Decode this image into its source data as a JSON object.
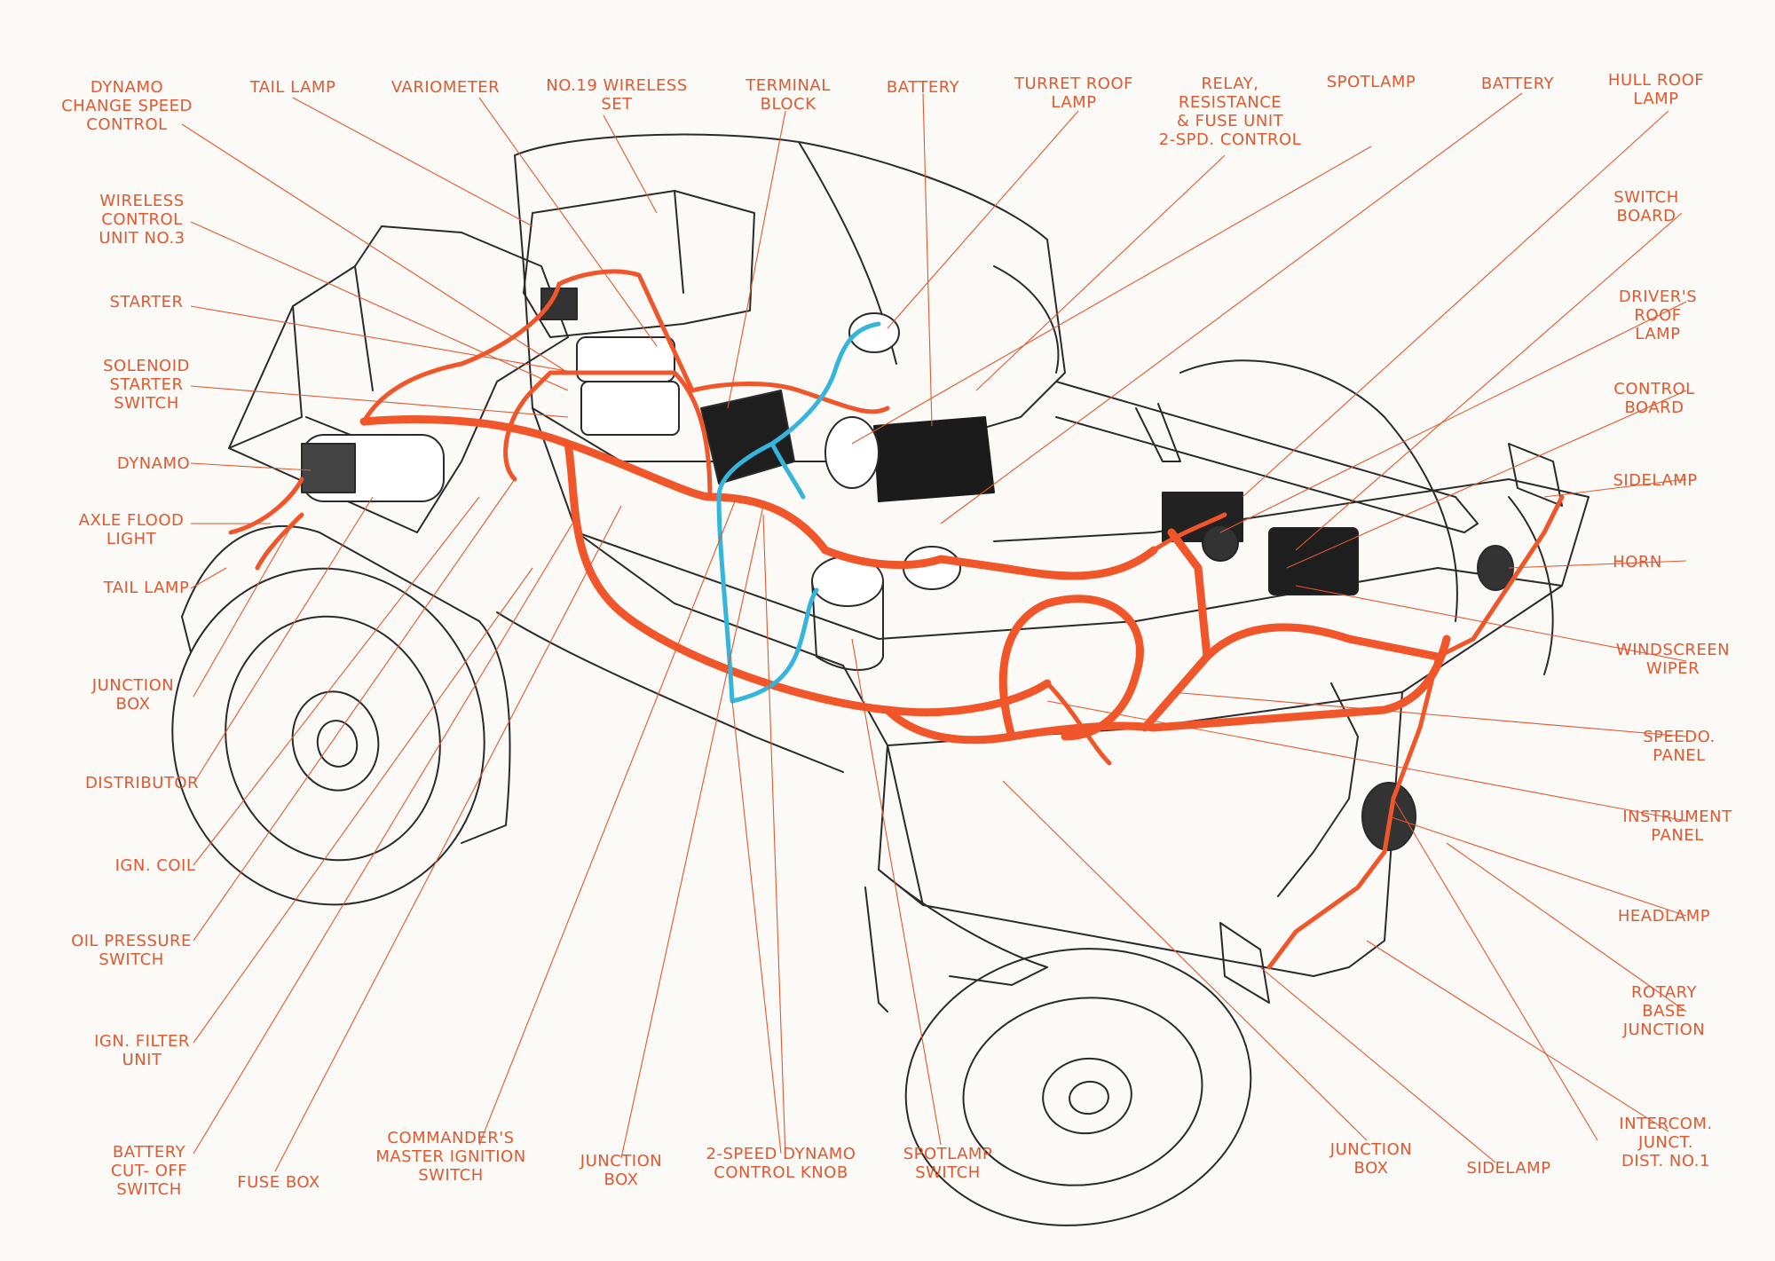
{
  "colors": {
    "wire": "#f0562a",
    "blue_wire": "#35b4dc",
    "label": "#e2582f",
    "outline": "#2a2a2a",
    "paper": "#fbfaf6"
  },
  "labels": {
    "dynamo_change_speed_control": "DYNAMO\nCHANGE SPEED\nCONTROL",
    "tail_lamp_top": "TAIL LAMP",
    "variometer": "VARIOMETER",
    "no19_wireless_set": "NO.19 WIRELESS\nSET",
    "terminal_block": "TERMINAL\nBLOCK",
    "battery_top": "BATTERY",
    "turret_roof_lamp": "TURRET ROOF\nLAMP",
    "relay_resistance_fuse": "RELAY,\nRESISTANCE\n& FUSE UNIT\n2-SPD. CONTROL",
    "spotlamp_top": "SPOTLAMP",
    "battery_top_right": "BATTERY",
    "hull_roof_lamp": "HULL ROOF\nLAMP",
    "wireless_control_unit": "WIRELESS\nCONTROL\nUNIT NO.3",
    "starter": "STARTER",
    "solenoid_starter_switch": "SOLENOID\nSTARTER\nSWITCH",
    "dynamo": "DYNAMO",
    "axle_flood_light": "AXLE FLOOD\nLIGHT",
    "tail_lamp_left": "TAIL LAMP",
    "junction_box_left": "JUNCTION\nBOX",
    "distributor": "DISTRIBUTOR",
    "ign_coil": "IGN. COIL",
    "oil_pressure_switch": "OIL PRESSURE\nSWITCH",
    "ign_filter_unit": "IGN. FILTER\nUNIT",
    "battery_cut_off_switch": "BATTERY\nCUT- OFF\nSWITCH",
    "fuse_box": "FUSE BOX",
    "commanders_master_ignition": "COMMANDER'S\nMASTER IGNITION\nSWITCH",
    "junction_box_bottom": "JUNCTION\nBOX",
    "two_speed_dynamo_knob": "2-SPEED DYNAMO\nCONTROL KNOB",
    "spotlamp_switch": "SPOTLAMP\nSWITCH",
    "junction_box_bottom_right": "JUNCTION\nBOX",
    "sidelamp_bottom": "SIDELAMP",
    "intercom_junct": "INTERCOM.\nJUNCT.\nDIST. NO.1",
    "switch_board": "SWITCH\nBOARD",
    "drivers_roof_lamp": "DRIVER'S ROOF\nLAMP",
    "control_board": "CONTROL\nBOARD",
    "sidelamp_right": "SIDELAMP",
    "horn": "HORN",
    "windscreen_wiper": "WINDSCREEN\nWIPER",
    "speedo_panel": "SPEEDO. PANEL",
    "instrument_panel": "INSTRUMENT\nPANEL",
    "headlamp": "HEADLAMP",
    "rotary_base_junction": "ROTARY\nBASE\nJUNCTION"
  }
}
